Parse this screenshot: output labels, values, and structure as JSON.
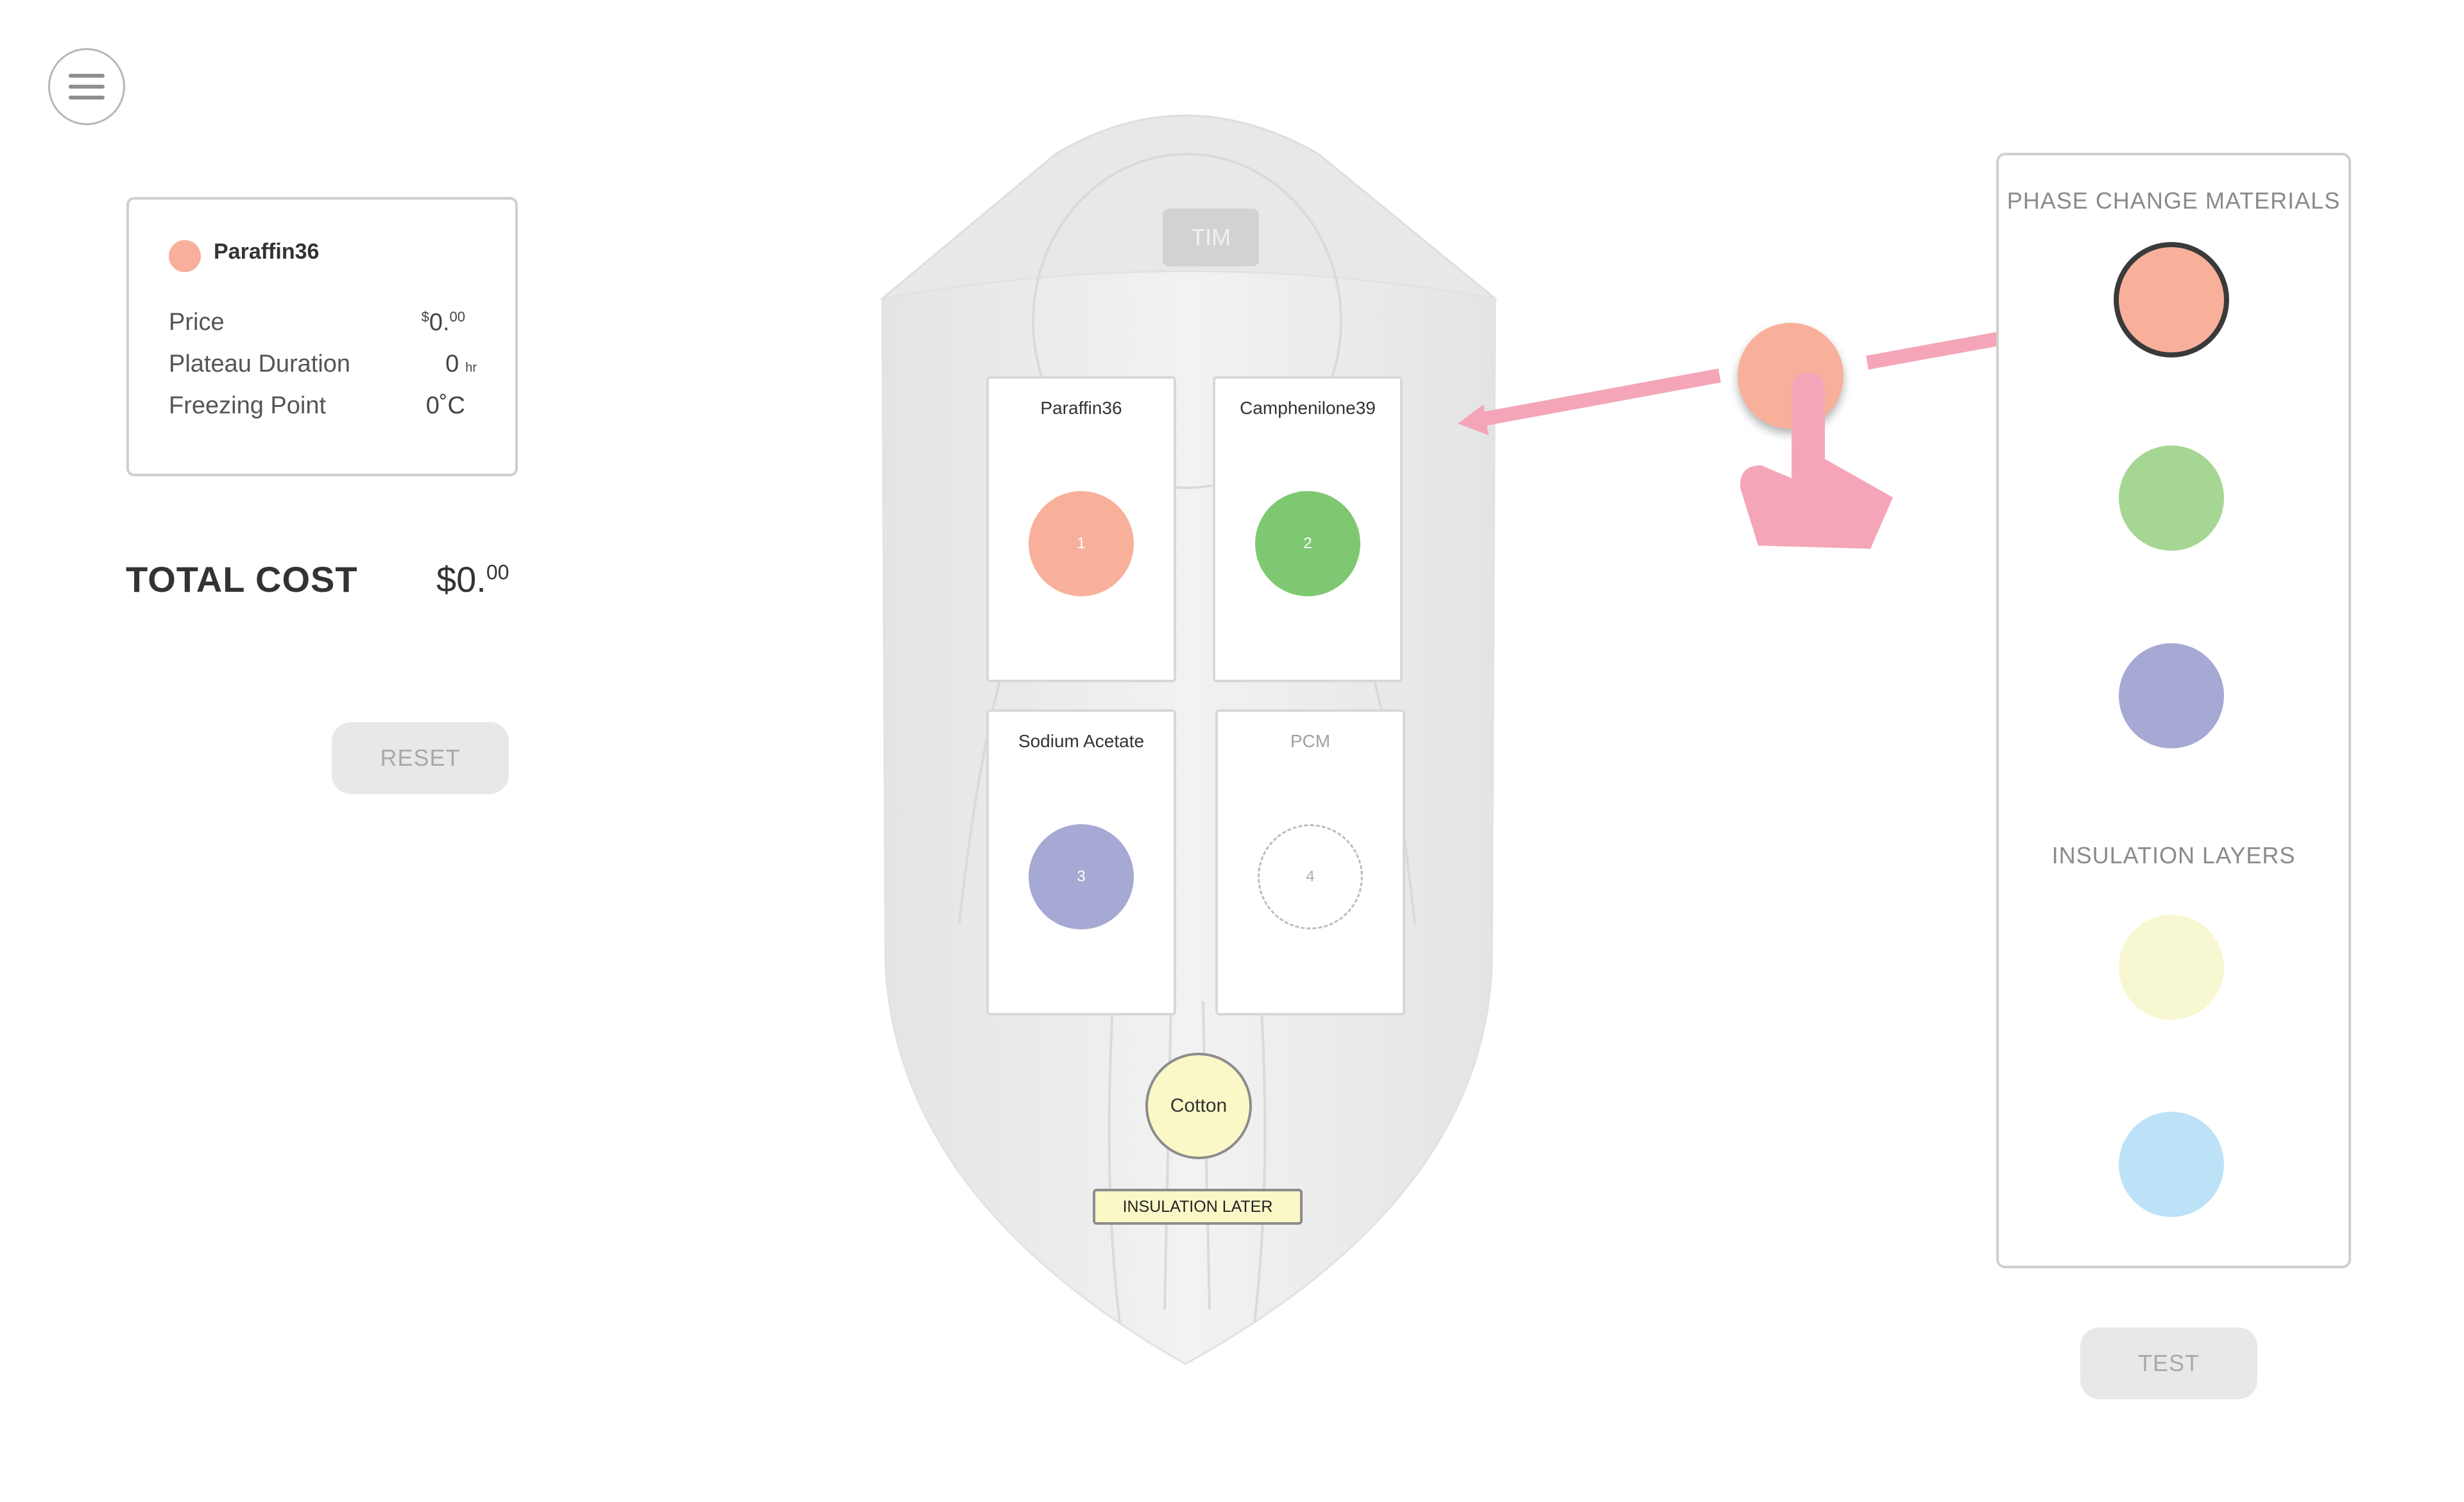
{
  "colors": {
    "paraffin": "#f8b09a",
    "camphenilone": "#a6d693",
    "sodium_acetate": "#a6a9d3",
    "cotton": "#fbf8c8",
    "blue_insulation": "#bde2f7",
    "drag_arrow": "#f4a6b8"
  },
  "info_card": {
    "name": "Paraffin36",
    "price_label": "Price",
    "price_currency": "$",
    "price_whole": "0.",
    "price_cents": "00",
    "plateau_label": "Plateau Duration",
    "plateau_value": "0",
    "plateau_unit": "hr",
    "freezing_label": "Freezing Point",
    "freezing_value": "0˚C"
  },
  "total": {
    "label": "TOTAL COST",
    "value_whole": "$0.",
    "value_cents": "00"
  },
  "buttons": {
    "reset": "RESET",
    "test": "TEST"
  },
  "suit": {
    "name_label": "TIM",
    "slots": [
      {
        "title": "Paraffin36",
        "number": "1"
      },
      {
        "title": "Camphenilone39",
        "number": "2"
      },
      {
        "title": "Sodium Acetate",
        "number": "3"
      },
      {
        "title": "PCM",
        "number": "4"
      }
    ],
    "insulation_circle": "Cotton",
    "insulation_tag": "INSULATION LATER"
  },
  "panel": {
    "pcm_heading": "PHASE CHANGE MATERIALS",
    "insulation_heading": "INSULATION LAYERS"
  },
  "icons": {
    "menu": "hamburger-menu-icon",
    "drag_hint": "hand-pointer-icon"
  }
}
